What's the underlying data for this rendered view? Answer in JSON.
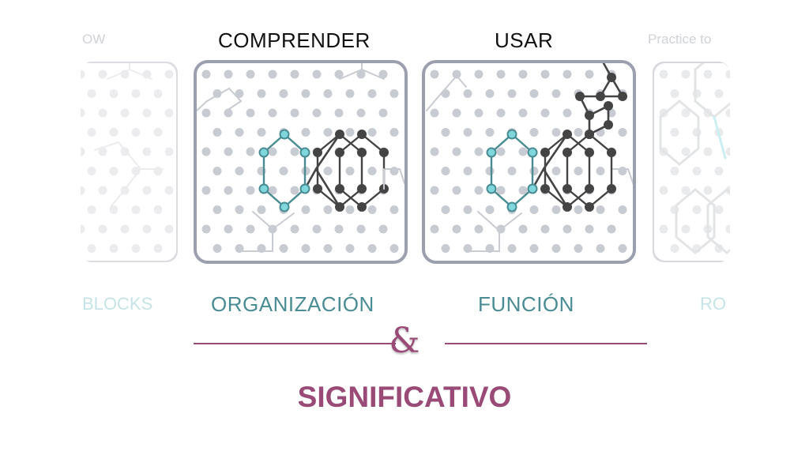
{
  "headings": {
    "left_faded": "OW",
    "understand": "COMPRENDER",
    "use": "USAR",
    "right_faded": "Practice to"
  },
  "labels": {
    "left_faded": "BLOCKS",
    "organization": "ORGANIZACIÓN",
    "function": "FUNCIÓN",
    "right_faded": "RO"
  },
  "connector": "&",
  "result": "SIGNIFICATIVO",
  "colors": {
    "teal": "#4a8c93",
    "accent": "#9a4a76",
    "frame": "#9ca0ae",
    "dot": "#c9cbd2",
    "dark_node": "#444444",
    "teal_node": "#7fd6dc"
  }
}
